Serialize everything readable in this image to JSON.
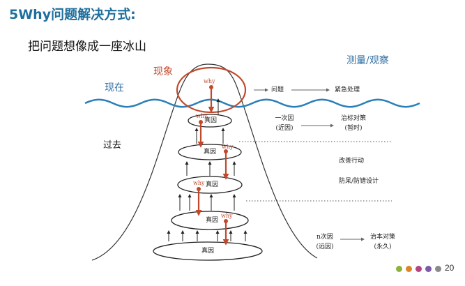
{
  "header": {
    "title": "5Why问题解决方式:",
    "subtitle": "把问题想像成一座冰山"
  },
  "labels": {
    "now": "现在",
    "past": "过去",
    "phenomenon": "现象",
    "measure": "测量/观察"
  },
  "layers": {
    "why": "why",
    "true_cause": "真因"
  },
  "right_column": {
    "problem": "问题",
    "emergency": "紧急处理",
    "primary_cause": "一次因",
    "primary_cause_sub": "(近因)",
    "symptom_fix": "治标对策",
    "symptom_fix_sub": "(暂时)",
    "improve": "改善行动",
    "prevent": "防呆/防错设计",
    "nth_cause": "n次因",
    "nth_cause_sub": "(远因)",
    "root_fix": "治本对策",
    "root_fix_sub": "(永久)"
  },
  "footer": {
    "page_number": "20",
    "dot_colors": [
      "#8db33a",
      "#d9872a",
      "#b4467f",
      "#7b5aa6",
      "#8a8a8a"
    ]
  },
  "colors": {
    "title": "#1f6f9c",
    "water": "#2a7fb8",
    "arrow_red": "#c0492b",
    "label_blue": "#2f6fa3"
  }
}
